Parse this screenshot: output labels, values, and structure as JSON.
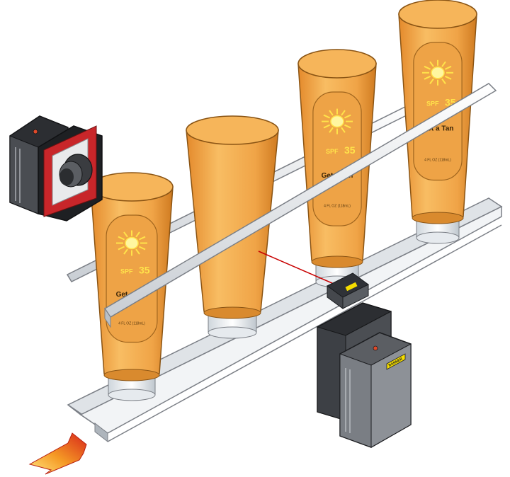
{
  "bottles": [
    {
      "id": "front-left",
      "labeled": true,
      "brand": "Get a Tan",
      "spf": "35",
      "fine_print": "4 FL OZ (118mL)"
    },
    {
      "id": "second",
      "labeled": false
    },
    {
      "id": "third",
      "labeled": true,
      "brand": "Get a Tan",
      "spf": "35",
      "fine_print": "4 FL OZ (118mL)"
    },
    {
      "id": "back",
      "labeled": true,
      "brand": "Get a Tan",
      "spf": "35",
      "fine_print": "4 FL OZ (118mL)"
    }
  ],
  "sensor_label": "BANNER",
  "colors": {
    "bottle": "#f3a94a",
    "bottle_dark": "#d27f22",
    "label_panel": "#e9a040",
    "sun": "#ffe34a",
    "rail": "#eef0f3",
    "rail_edge": "#7b7f86",
    "laser": "#c80000",
    "sensor_body": "#5b5e63",
    "receiver_face": "#c8262a",
    "arrow_start": "#d8261a",
    "arrow_end": "#ffe680",
    "sensor_tag": "#f5dd00"
  },
  "icons": [
    "photoelectric-receiver-icon",
    "laser-sensor-icon",
    "flow-direction-arrow-icon",
    "sun-icon"
  ]
}
